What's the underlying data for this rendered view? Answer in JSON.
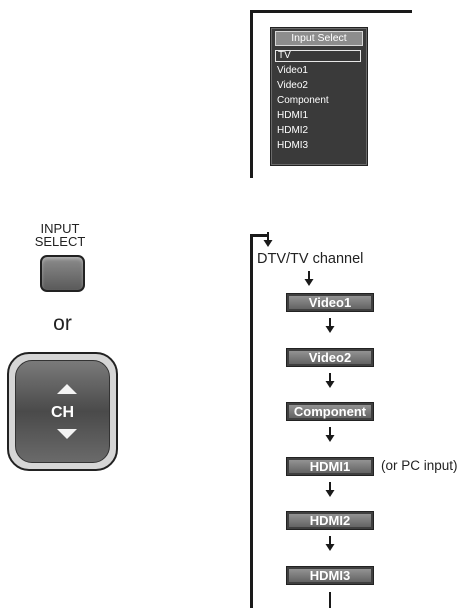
{
  "osd": {
    "title": "Input Select",
    "items": [
      "TV",
      "Video1",
      "Video2",
      "Component",
      "HDMI1",
      "HDMI2",
      "HDMI3"
    ],
    "selected_index": 0
  },
  "remote": {
    "input_select_label": "INPUT\nSELECT",
    "or_label": "or",
    "ch_label": "CH"
  },
  "flow": {
    "start_label": "DTV/TV channel",
    "steps": [
      "Video1",
      "Video2",
      "Component",
      "HDMI1",
      "HDMI2",
      "HDMI3"
    ],
    "hdmi1_note": "(or PC input)"
  }
}
